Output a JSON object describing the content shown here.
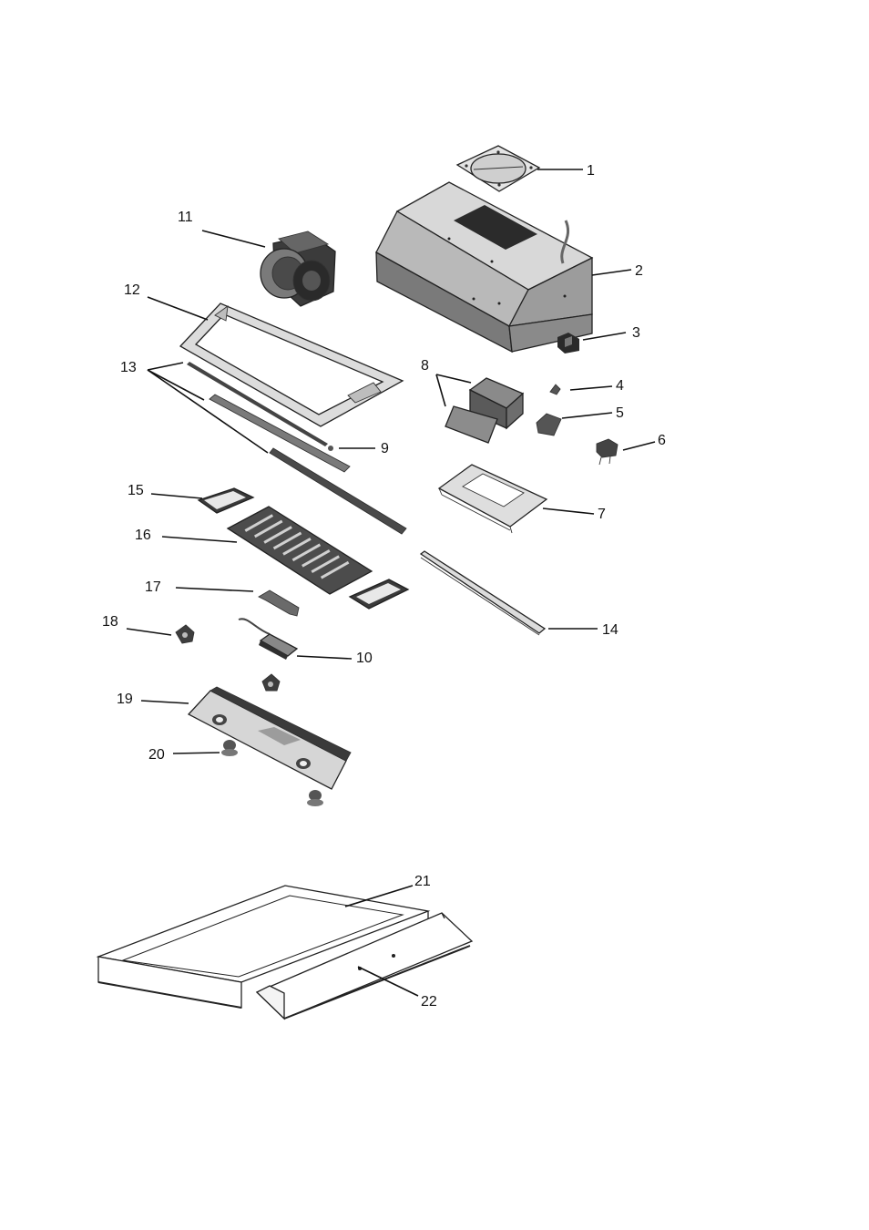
{
  "diagram": {
    "callouts": {
      "c1": "1",
      "c2": "2",
      "c3": "3",
      "c4": "4",
      "c5": "5",
      "c6": "6",
      "c7": "7",
      "c8": "8",
      "c9": "9",
      "c10": "10",
      "c11": "11",
      "c12": "12",
      "c13": "13",
      "c14": "14",
      "c15": "15",
      "c16": "16",
      "c17": "17",
      "c18": "18",
      "c19": "19",
      "c20": "20",
      "c21": "21",
      "c22": "22"
    },
    "colors": {
      "line": "#111111",
      "steel_light": "#cfcfcf",
      "steel_mid": "#9a9a9a",
      "steel_dark": "#5a5a5a",
      "motor": "#3a3a3a"
    }
  }
}
